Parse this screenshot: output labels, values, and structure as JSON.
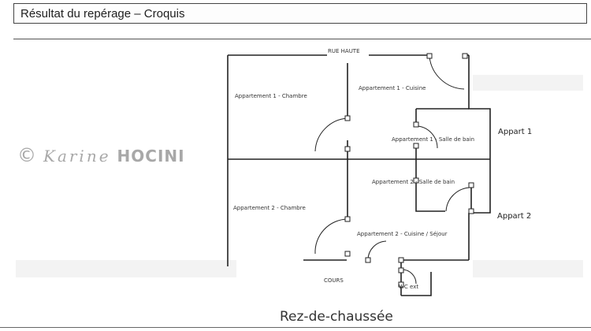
{
  "header": {
    "title": "Résultat du repérage – Croquis"
  },
  "watermark": {
    "symbol": "©",
    "script": "Karine",
    "name": "HOCINI"
  },
  "plan": {
    "street_label": "RUE HAUTE",
    "rooms": {
      "a1_chambre": "Appartement 1 - Chambre",
      "a1_cuisine": "Appartement 1 - Cuisine",
      "a1_sdb": "Appartement 1 - Salle de bain",
      "a2_sdb": "Appartement 2 - Salle de bain",
      "a2_chambre": "Appartement 2 - Chambre",
      "a2_cuisine": "Appartement 2 - Cuisine / Séjour",
      "wc": "WC ext",
      "cours": "COURS"
    },
    "appart1": "Appart 1",
    "appart2": "Appart 2",
    "floor": "Rez-de-chaussée"
  },
  "colors": {
    "ink": "#222222",
    "watermark": "#a8a8a8"
  }
}
